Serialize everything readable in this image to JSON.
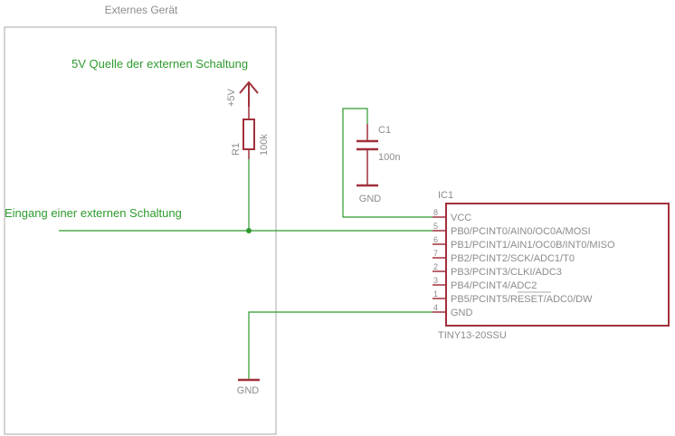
{
  "external_device": {
    "title": "Externes Gerät",
    "source_note": "5V Quelle der externen Schaltung",
    "input_note": "Eingang einer externen Schaltung",
    "supply_label": "+5V",
    "gnd_label": "GND"
  },
  "resistor": {
    "name": "R1",
    "value": "100k"
  },
  "capacitor": {
    "name": "C1",
    "value": "100n",
    "gnd_label": "GND"
  },
  "ic": {
    "name": "IC1",
    "part": "TINY13-20SSU",
    "pins": [
      {
        "number": "8",
        "label": "VCC"
      },
      {
        "number": "5",
        "label": "PB0/PCINT0/AIN0/OC0A/MOSI"
      },
      {
        "number": "6",
        "label": "PB1/PCINT1/AIN1/OC0B/INT0/MISO"
      },
      {
        "number": "7",
        "label": "PB2/PCINT2/SCK/ADC1/T0"
      },
      {
        "number": "2",
        "label": "PB3/PCINT3/CLKI/ADC3"
      },
      {
        "number": "3",
        "label": "PB4/PCINT4/ADC2"
      },
      {
        "number": "1",
        "label": "PB5/PCINT5/RESET/ADC0/DW"
      },
      {
        "number": "4",
        "label": "GND"
      }
    ]
  },
  "colors": {
    "wire": "#2e9a2e",
    "component": "#a0303a",
    "frame": "#a8a8a8",
    "text": "#8c8c8c"
  }
}
